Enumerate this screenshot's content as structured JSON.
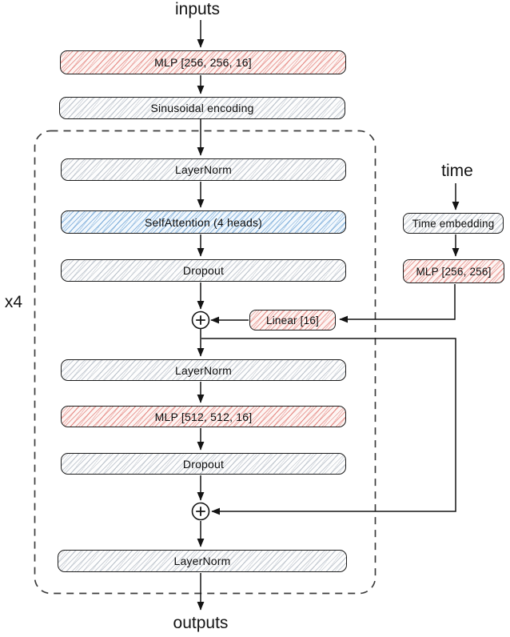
{
  "figure": {
    "annotations": {
      "inputs": "inputs",
      "outputs": "outputs",
      "time": "time",
      "repeat_label": "x4"
    },
    "nodes": {
      "mlp_in": "MLP [256, 256, 16]",
      "sinusoidal": "Sinusoidal encoding",
      "layernorm_1": "LayerNorm",
      "self_attention": "SelfAttention (4 heads)",
      "dropout_1": "Dropout",
      "linear_cond": "Linear [16]",
      "layernorm_2": "LayerNorm",
      "mlp_mid": "MLP [512, 512, 16]",
      "dropout_2": "Dropout",
      "layernorm_3": "LayerNorm",
      "time_embedding": "Time embedding",
      "mlp_time": "MLP [256, 256]"
    },
    "colors": {
      "mlp_hatch": "#d84d46",
      "attention_hatch": "#3a82c5",
      "neutral_hatch": "#94a0ae",
      "wire": "#141414",
      "repeat_border": "#3c3c3c"
    }
  }
}
